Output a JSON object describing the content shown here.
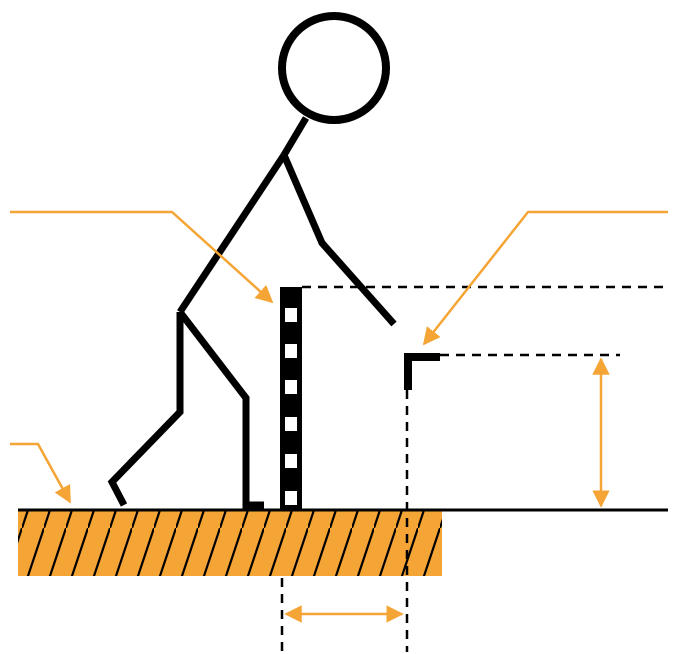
{
  "colors": {
    "ink": "#000000",
    "accent": "#F5A536",
    "background": "#FFFFFF"
  },
  "figures": {
    "person": "walking-stick-figure",
    "ground": "hatched-ground",
    "barrier": "striped-post",
    "edge": "step-edge-marker"
  }
}
